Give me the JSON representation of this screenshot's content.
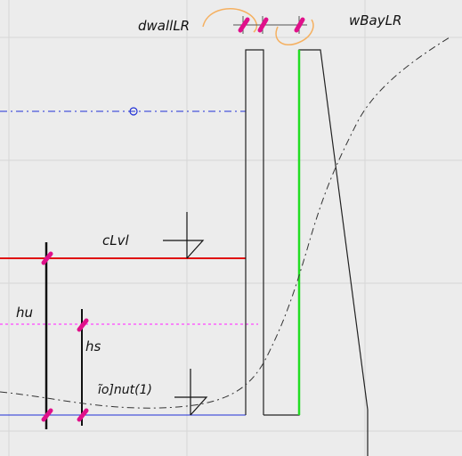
{
  "labels": {
    "dwall": "dwallLR",
    "wbay": "wBayLR",
    "clvl": "cLvl",
    "hu": "hu",
    "hs": "hs",
    "input": "ĩo]nut(1)"
  },
  "colors": {
    "background": "#ececec",
    "grid": "#d6d6d6",
    "blue_axis": "#1f2fd6",
    "red_level": "#e01010",
    "green_edge": "#22dd22",
    "magenta_dotted": "#ff44ff",
    "handle": "#e0108a",
    "orange_scribble": "#f5b060",
    "outline": "#222222"
  }
}
